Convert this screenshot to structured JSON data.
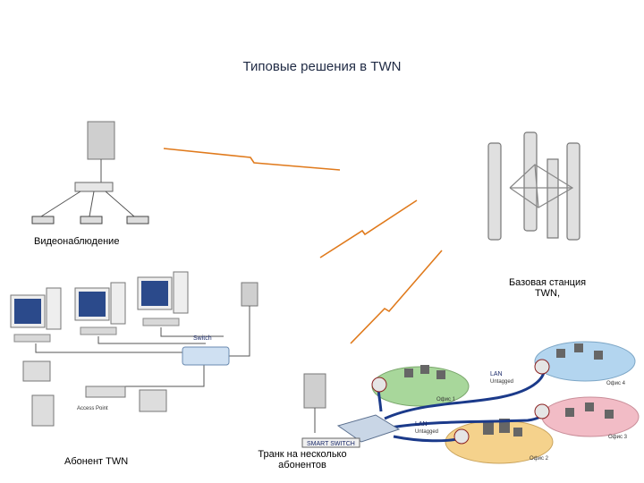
{
  "slide": {
    "title": "Типовые решения в TWN",
    "labels": {
      "video": "Видеонаблюдение",
      "base_station": "Базовая станция TWN,",
      "subscriber": "Абонент TWN",
      "trunk": "Транк на несколько абонентов"
    },
    "figure_text": {
      "switch": "Switch",
      "access_point": "Access Point",
      "smart_switch": "SMART SWITCH",
      "lan": "LAN",
      "untagged": "Untagged",
      "office1": "Офис 1",
      "office2": "Офис 2",
      "office3": "Офис 3",
      "office4": "Офис 4"
    }
  },
  "colors": {
    "link": "#e07a1c",
    "title": "#1f2a44",
    "cable": "#1b3a8a"
  }
}
